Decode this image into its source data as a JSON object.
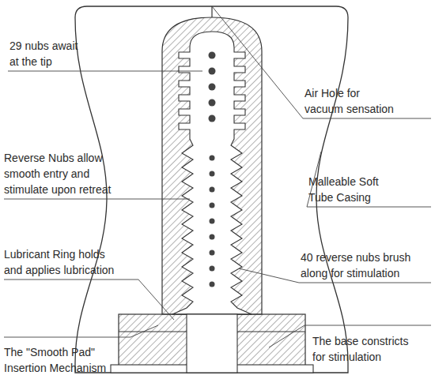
{
  "diagram": {
    "labels": [
      "29 nubs await at the tip",
      "Air Hole for vacuum sensation",
      "Reverse Nubs allow smooth entry and stimulate upon retreat",
      "Malleable Soft Tube Casing",
      "Lubricant Ring holds and applies lubrication",
      "40 reverse nubs brush along for stimulation",
      "The \"Smooth Pad\" Insertion Mechanism",
      "The base constricts for stimulation"
    ]
  }
}
